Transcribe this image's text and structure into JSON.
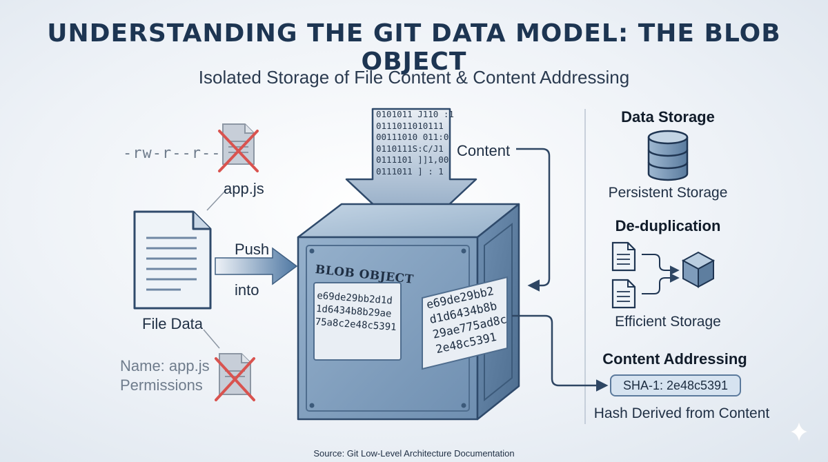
{
  "title": "UNDERSTANDING THE GIT DATA MODEL: THE BLOB OBJECT",
  "subtitle": "Isolated Storage of File Content & Content Addressing",
  "left": {
    "permissions": "-rw-r--r--",
    "filename": "app.js",
    "file_label": "File Data",
    "push_label": "Push",
    "into_label": "into",
    "meta_name": "Name: app.js",
    "meta_permissions": "Permissions"
  },
  "binary_lines": [
    "0101011 J110 :1",
    "0111011010111",
    "00111010 011:0",
    "0110111S:C/J1",
    "0111101 ]]1,00",
    "0111011 ] : 1"
  ],
  "content_label": "Content",
  "blob": {
    "label": "BLOB OBJECT",
    "hash_front": "e69de29bb2d1d\n1d6434b8b29ae\n75a8c2e48c5391",
    "hash_side": "e69de29bb2\nd1d6434b8b\n29ae775ad8c\n2e48c5391"
  },
  "right": {
    "data_storage_title": "Data Storage",
    "persistent_storage": "Persistent Storage",
    "dedup_title": "De-duplication",
    "efficient_storage": "Efficient Storage",
    "content_addressing_title": "Content Addressing",
    "sha_value": "SHA-1: 2e48c5391",
    "hash_derived": "Hash Derived from Content"
  },
  "source": "Source:  Git Low-Level Architecture Documentation",
  "colors": {
    "title": "#1d3552",
    "blob_front": "#7f9cbb",
    "blob_top": "#a9c0d6",
    "blob_side": "#5e7e9f",
    "cross": "#d9534f",
    "accent_line": "#3f5f82"
  }
}
